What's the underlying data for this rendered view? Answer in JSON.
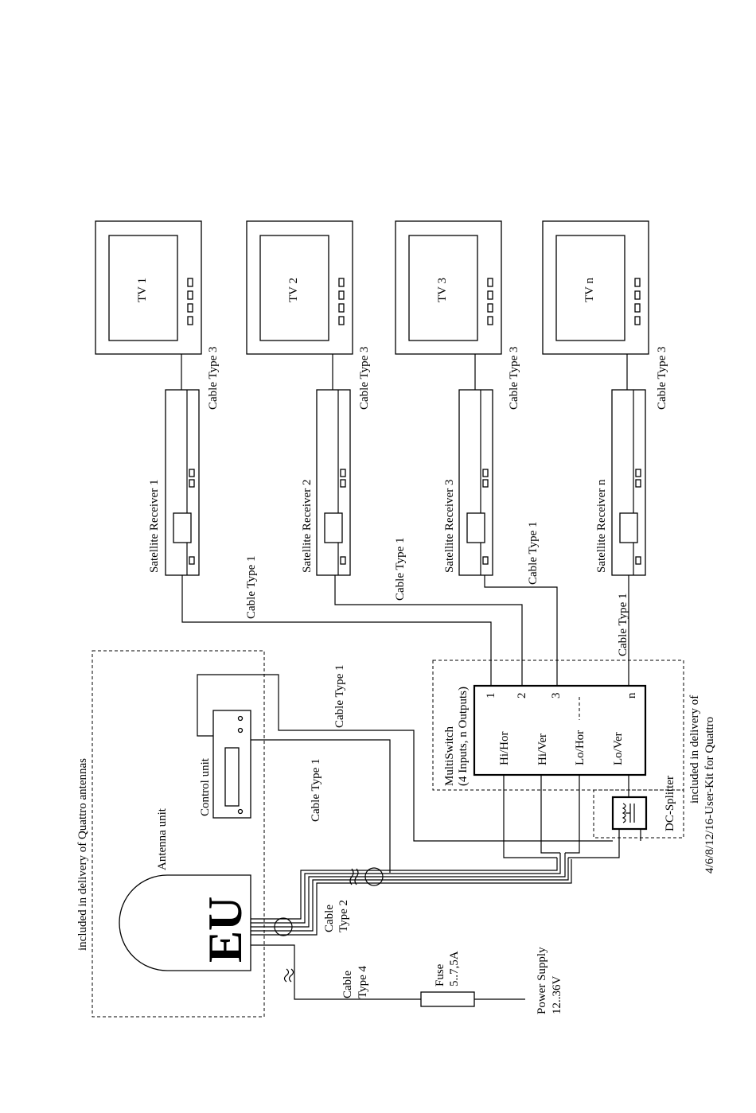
{
  "labels": {
    "quattro_delivery": "included in delivery of Quattro antennas",
    "antenna_unit": "Antenna unit",
    "eu": "EU",
    "control_unit": "Control unit",
    "multiswitch": "MultiSwitch",
    "multiswitch_sub": "(4 Inputs, n Outputs)",
    "dc_splitter": "DC-Splitter",
    "kit_delivery_1": "included in delivery of",
    "kit_delivery_2": "4/6/8/12/16-User-Kit for Quattro",
    "fuse_1": "Fuse",
    "fuse_2": "5..7,5A",
    "power_1": "Power Supply",
    "power_2": "12..36V",
    "cable_type_1": "Cable Type 1",
    "cable_type_3": "Cable Type 3",
    "cable_word": "Cable",
    "type_2": "Type 2",
    "type_4": "Type 4"
  },
  "inputs": [
    "Hi/Hor",
    "Hi/Ver",
    "Lo/Hor",
    "Lo/Ver"
  ],
  "outputs": [
    "1",
    "2",
    "3",
    "n"
  ],
  "tvs": [
    "TV 1",
    "TV 2",
    "TV 3",
    "TV n"
  ],
  "receivers": [
    "Satellite Receiver 1",
    "Satellite Receiver 2",
    "Satellite Receiver 3",
    "Satellite Receiver n"
  ]
}
